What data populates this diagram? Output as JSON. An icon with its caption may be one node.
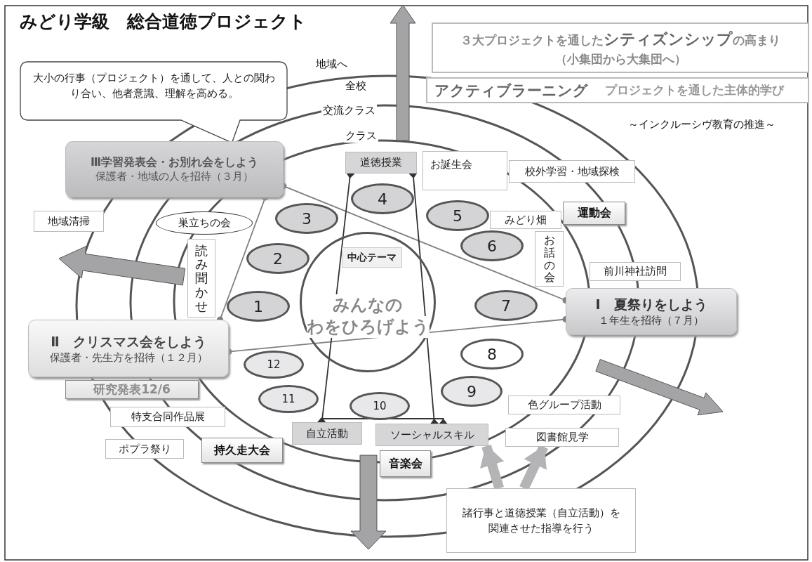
{
  "diagram": {
    "title": "みどり学級　総合道徳プロジェクト",
    "nodes": [
      {
        "text": [
          "大小の行事（プロジェクト）を通して、人との関わり合い、他者意識、理解を高める。"
        ]
      },
      {
        "text": [
          "３大プロジェクトを通した**シティズンシップ**の高まり",
          "（小集団から大集団へ）"
        ]
      },
      {
        "text": [
          "アクティブラーニング",
          "プロジェクトを通した主体的学び"
        ]
      },
      {
        "text": [
          "Ⅲ学習発表会・お別れ会をしよう",
          "保護者・地域の人を招待（３月）"
        ]
      },
      {
        "text": [
          "道徳授業"
        ]
      },
      {
        "text": [
          "お誕生会"
        ]
      },
      {
        "text": [
          "校外学習・地域探検"
        ]
      },
      {
        "text": [
          "地域清掃"
        ]
      },
      {
        "text": [
          "巣立ちの会"
        ]
      },
      {
        "text": [
          "3"
        ]
      },
      {
        "text": [
          "4"
        ]
      },
      {
        "text": [
          "5"
        ]
      },
      {
        "text": [
          "運動会"
        ]
      },
      {
        "text": [
          "みどり畑"
        ]
      },
      {
        "text": [
          "2"
        ]
      },
      {
        "text": [
          "6"
        ]
      },
      {
        "text": [
          "みんなの",
          "わをひろげよう"
        ]
      },
      {
        "text": [
          "中心テーマ"
        ],
        "in": 16
      },
      {
        "text": [
          "読み聞かせ"
        ]
      },
      {
        "text": [
          "お話の会"
        ]
      },
      {
        "text": [
          "前川神社訪問"
        ]
      },
      {
        "text": [
          "1"
        ]
      },
      {
        "text": [
          "7"
        ]
      },
      {
        "text": [
          "Ⅰ　夏祭りをしよう",
          "１年生を招待（７月）"
        ]
      },
      {
        "text": [
          "Ⅱ　クリスマス会をしよう",
          "保護者・先生方を招待（１２月）"
        ]
      },
      {
        "text": [
          "12"
        ]
      },
      {
        "text": [
          "8"
        ]
      },
      {
        "text": [
          "研究発表12/6"
        ]
      },
      {
        "text": [
          "11"
        ]
      },
      {
        "text": [
          "9"
        ]
      },
      {
        "text": [
          "10"
        ]
      },
      {
        "text": [
          "色グループ活動"
        ]
      },
      {
        "text": [
          "特支合同作品展"
        ]
      },
      {
        "text": [
          "自立活動"
        ]
      },
      {
        "text": [
          "ソーシャルスキル"
        ]
      },
      {
        "text": [
          "図書館見学"
        ]
      },
      {
        "text": [
          "ポプラ祭り"
        ]
      },
      {
        "text": [
          "持久走大会"
        ]
      },
      {
        "text": [
          "音楽会"
        ]
      },
      {
        "text": [
          "諸行事と道徳授業（自立活動）を関連させた指導を行う"
        ]
      }
    ],
    "edges": [
      {
        "from": 3,
        "to": 23,
        "arrow": "other",
        "color": "#7f7f7f"
      },
      {
        "from": 3,
        "to": 24,
        "arrow": "other",
        "color": "#7f7f7f"
      },
      {
        "from": 24,
        "to": 23,
        "arrow": "other",
        "color": "#7f7f7f"
      },
      {
        "from": 4,
        "to": 33,
        "arrow": "other"
      },
      {
        "from": 4,
        "to": 34,
        "arrow": "other"
      },
      {
        "from": 33,
        "to": 34,
        "arrow": "other"
      },
      {
        "from": 39,
        "to": 34,
        "arrow": "to",
        "style": "thick",
        "color": "#b4b4b6"
      },
      {
        "from": 39,
        "to": 35,
        "arrow": "to",
        "style": "thick",
        "color": "#b4b4b6"
      }
    ],
    "labels": [
      "地域へ",
      "全校",
      "交流クラス",
      "～インクルーシヴ教育の推進～",
      "クラス"
    ]
  }
}
